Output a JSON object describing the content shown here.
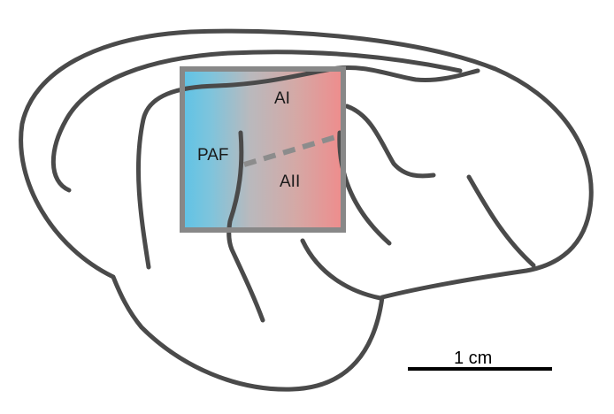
{
  "labels": {
    "ai": "AI",
    "aii": "AII",
    "paf": "PAF"
  },
  "scale_bar": {
    "text": "1 cm"
  },
  "colors": {
    "gradient_left": "#5ec3e6",
    "gradient_mid": "#b9b9bd",
    "gradient_right": "#ef8c8c",
    "frame": "#888888",
    "outline": "#4a4a4a",
    "boundary_dash": "#8c8c8c"
  }
}
